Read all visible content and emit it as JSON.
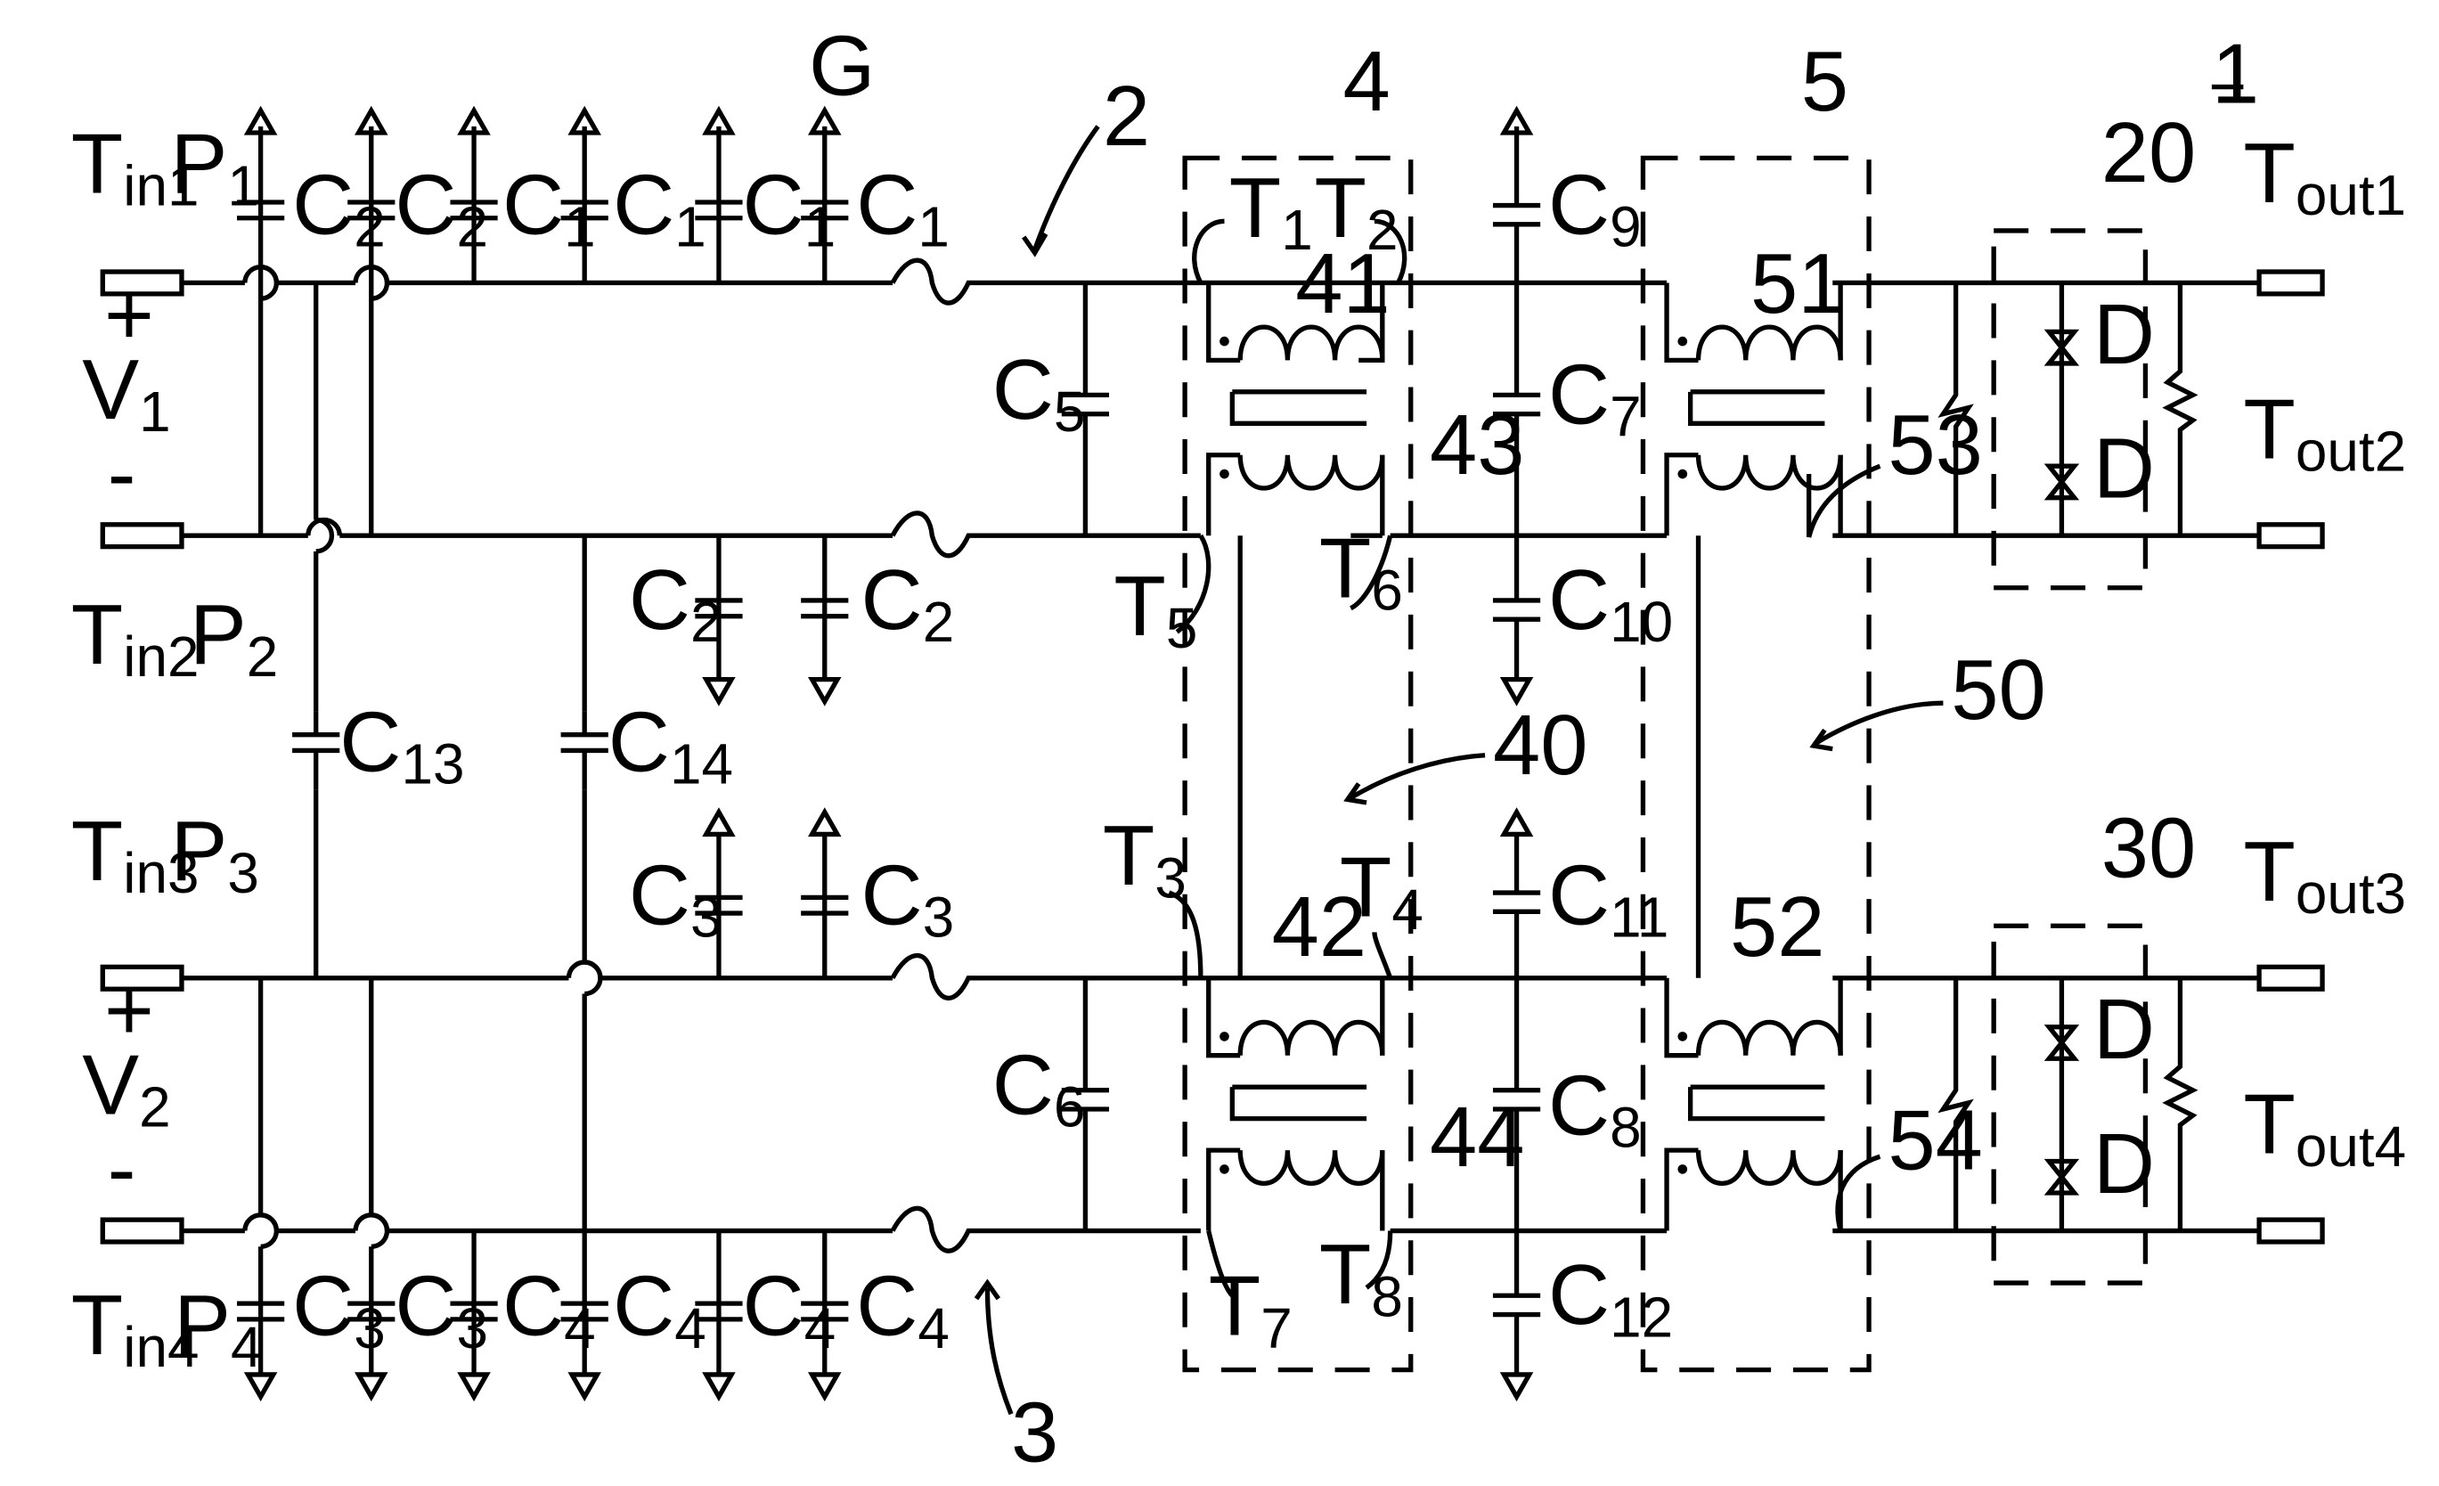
{
  "figure_number": "1",
  "supply_labels": {
    "v1": {
      "main": "V",
      "sub": "1"
    },
    "v2": {
      "main": "V",
      "sub": "2"
    },
    "plus": "+",
    "minus": "-"
  },
  "ground_label": "G",
  "input_terminals": [
    {
      "main": "T",
      "sub": "in1"
    },
    {
      "main": "T",
      "sub": "in2"
    },
    {
      "main": "T",
      "sub": "in3"
    },
    {
      "main": "T",
      "sub": "in4"
    }
  ],
  "input_points": [
    {
      "main": "P",
      "sub": "1"
    },
    {
      "main": "P",
      "sub": "2"
    },
    {
      "main": "P",
      "sub": "3"
    },
    {
      "main": "P",
      "sub": "4"
    }
  ],
  "output_terminals": [
    {
      "main": "T",
      "sub": "out1"
    },
    {
      "main": "T",
      "sub": "out2"
    },
    {
      "main": "T",
      "sub": "out3"
    },
    {
      "main": "T",
      "sub": "out4"
    }
  ],
  "inductor_terminals": [
    {
      "main": "T",
      "sub": "1"
    },
    {
      "main": "T",
      "sub": "2"
    },
    {
      "main": "T",
      "sub": "3"
    },
    {
      "main": "T",
      "sub": "4"
    },
    {
      "main": "T",
      "sub": "5"
    },
    {
      "main": "T",
      "sub": "6"
    },
    {
      "main": "T",
      "sub": "7"
    },
    {
      "main": "T",
      "sub": "8"
    }
  ],
  "capacitors": {
    "top_row": [
      {
        "main": "C",
        "sub": "2"
      },
      {
        "main": "C",
        "sub": "2"
      },
      {
        "main": "C",
        "sub": "1"
      },
      {
        "main": "C",
        "sub": "1"
      },
      {
        "main": "C",
        "sub": "1"
      },
      {
        "main": "C",
        "sub": "1"
      }
    ],
    "mid_upper": [
      {
        "main": "C",
        "sub": "2"
      },
      {
        "main": "C",
        "sub": "2"
      }
    ],
    "mid_lower": [
      {
        "main": "C",
        "sub": "3"
      },
      {
        "main": "C",
        "sub": "3"
      }
    ],
    "bottom_row": [
      {
        "main": "C",
        "sub": "3"
      },
      {
        "main": "C",
        "sub": "3"
      },
      {
        "main": "C",
        "sub": "4"
      },
      {
        "main": "C",
        "sub": "4"
      },
      {
        "main": "C",
        "sub": "4"
      },
      {
        "main": "C",
        "sub": "4"
      }
    ],
    "c5": {
      "main": "C",
      "sub": "5"
    },
    "c6": {
      "main": "C",
      "sub": "6"
    },
    "c7": {
      "main": "C",
      "sub": "7"
    },
    "c8": {
      "main": "C",
      "sub": "8"
    },
    "c9": {
      "main": "C",
      "sub": "9"
    },
    "c10": {
      "main": "C",
      "sub": "10"
    },
    "c11": {
      "main": "C",
      "sub": "11"
    },
    "c12": {
      "main": "C",
      "sub": "12"
    },
    "c13": {
      "main": "C",
      "sub": "13"
    },
    "c14": {
      "main": "C",
      "sub": "14"
    }
  },
  "diode_label": "D",
  "reference_numerals": {
    "n2": "2",
    "n3": "3",
    "n4": "4",
    "n5": "5",
    "n20": "20",
    "n30": "30",
    "n40": "40",
    "n41": "41",
    "n42": "42",
    "n43": "43",
    "n44": "44",
    "n50": "50",
    "n51": "51",
    "n52": "52",
    "n53": "53",
    "n54": "54"
  }
}
